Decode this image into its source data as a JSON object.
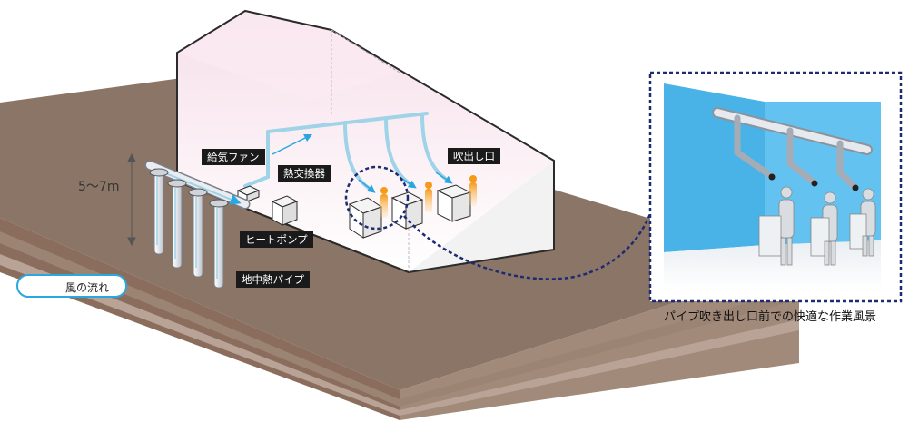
{
  "labels": {
    "supply_fan": "給気ファン",
    "heat_exchanger": "熱交換器",
    "outlet": "吹出し口",
    "heat_pump": "ヒートポンプ",
    "geo_pipe": "地中熱パイプ"
  },
  "depth": "5～7m",
  "legend": {
    "text": "風の流れ",
    "color": "#2aa6e0"
  },
  "caption": "パイプ吹き出し口前での快適な作業風景",
  "colors": {
    "ground_top": "#8b7566",
    "ground_front": "#8a6d5c",
    "ground_side": "#a58e7d",
    "house_wall": "#ffffff",
    "house_interior": "#f7eef3",
    "pipe": "#9fd3e8",
    "inset_wall": "#49b3e8",
    "dotted_border": "#1d2b73",
    "worker": "#f0a030"
  }
}
